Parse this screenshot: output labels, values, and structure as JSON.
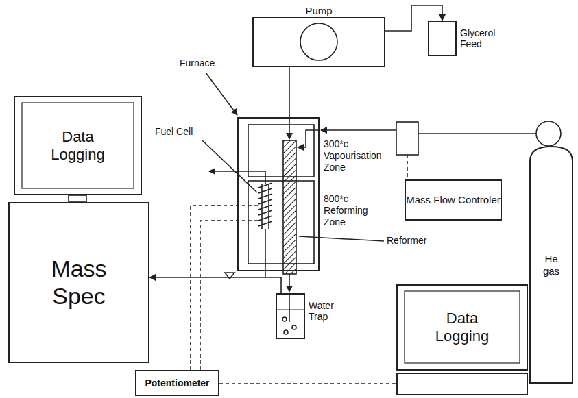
{
  "diagram": {
    "nodes": [
      {
        "text": [
          "Pump"
        ]
      },
      {
        "text": [
          "Glycerol Feed"
        ]
      },
      {
        "text": [
          "Data Logging"
        ]
      },
      {
        "text": [
          "Mass Spec"
        ]
      },
      {
        "text": [
          "Mass Flow Controler"
        ]
      },
      {
        "text": [
          "He gas"
        ]
      },
      {
        "text": [
          "Water Trap"
        ]
      },
      {
        "text": [
          "Potentiometer"
        ]
      },
      {
        "text": [
          "Data Logging"
        ]
      }
    ],
    "edges": [
      {
        "from": 0,
        "to": 1,
        "arrow": "to"
      },
      {
        "from": 6,
        "to": 3,
        "arrow": "to"
      },
      {
        "from": 7,
        "to": 8,
        "arrow": "none"
      }
    ],
    "labels": [
      "Furnace",
      "Fuel Cell",
      "300*c Vapourisation Zone",
      "800*c Reforming Zone",
      "Reformer"
    ]
  }
}
